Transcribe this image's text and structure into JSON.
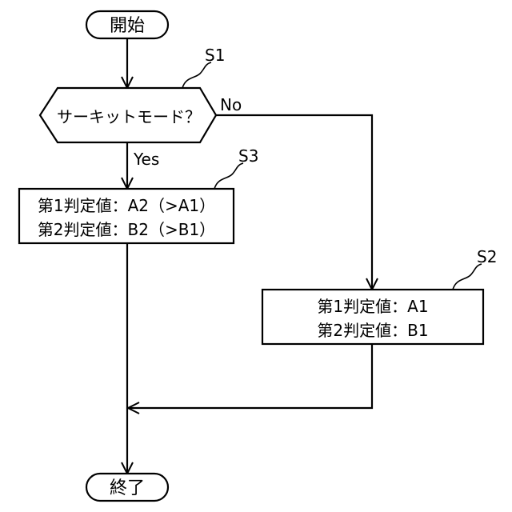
{
  "flowchart": {
    "start": {
      "label": "開始"
    },
    "decision": {
      "label": "サーキットモード？",
      "ref": "S1"
    },
    "branch_yes": {
      "label": "Yes"
    },
    "branch_no": {
      "label": "No"
    },
    "process_s3": {
      "ref": "S3",
      "line1": "第1判定値：A2（>A1）",
      "line2": "第2判定値：B2（>B1）"
    },
    "process_s2": {
      "ref": "S2",
      "line1": "第1判定値：A1",
      "line2": "第2判定値：B1"
    },
    "end": {
      "label": "終了"
    }
  }
}
